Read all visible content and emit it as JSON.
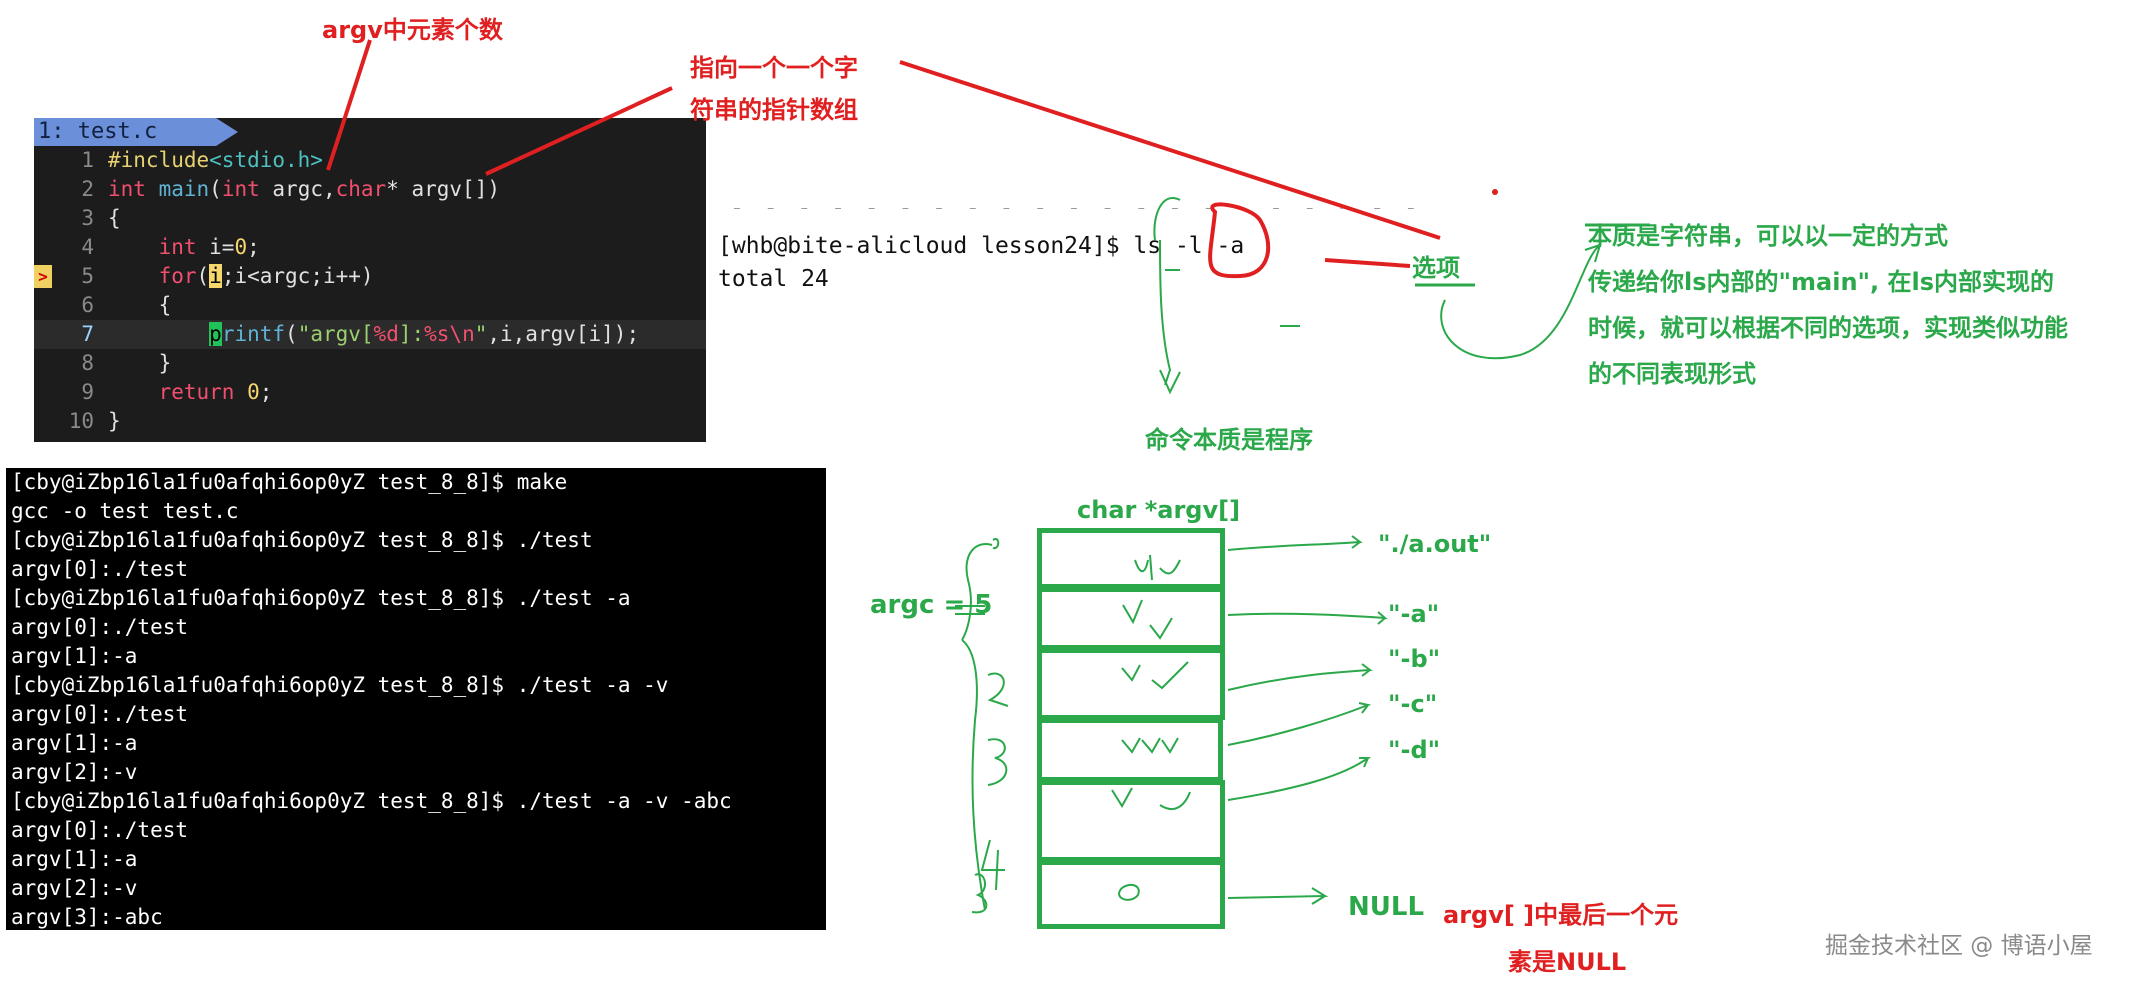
{
  "editor": {
    "tab_label": "1: test.c",
    "sign_marker": ">",
    "lines": [
      {
        "n": "1"
      },
      {
        "n": "2"
      },
      {
        "n": "3",
        "t": "{"
      },
      {
        "n": "4"
      },
      {
        "n": "5"
      },
      {
        "n": "6",
        "t": "    {"
      },
      {
        "n": "7"
      },
      {
        "n": "8",
        "t": "    }"
      },
      {
        "n": "9"
      },
      {
        "n": "10",
        "t": "}"
      }
    ],
    "code": {
      "l1_a": "#include",
      "l1_b": "<stdio.h>",
      "l2_a": "int",
      "l2_b": "main",
      "l2_c": "(",
      "l2_d": "int",
      "l2_e": " argc,",
      "l2_f": "char",
      "l2_g": "* argv[])",
      "l4_a": "int",
      "l4_b": " i=",
      "l4_c": "0",
      "l4_d": ";",
      "l5_a": "for",
      "l5_b": "(",
      "l5_c": "i",
      "l5_d": ";i<argc;i++)",
      "l7_a": "p",
      "l7_b": "rintf",
      "l7_c": "(",
      "l7_d": "\"argv[",
      "l7_e": "%d",
      "l7_f": "]:",
      "l7_g": "%s\\n",
      "l7_h": "\"",
      "l7_i": ",i,argv[i]);",
      "l9_a": "return",
      "l9_b": " ",
      "l9_c": "0",
      "l9_d": ";"
    }
  },
  "terminal": {
    "lines": [
      "[cby@iZbp16la1fu0afqhi6op0yZ test_8_8]$ make",
      "gcc -o test test.c",
      "[cby@iZbp16la1fu0afqhi6op0yZ test_8_8]$ ./test",
      "argv[0]:./test",
      "[cby@iZbp16la1fu0afqhi6op0yZ test_8_8]$ ./test -a",
      "argv[0]:./test",
      "argv[1]:-a",
      "[cby@iZbp16la1fu0afqhi6op0yZ test_8_8]$ ./test -a -v",
      "argv[0]:./test",
      "argv[1]:-a",
      "argv[2]:-v",
      "[cby@iZbp16la1fu0afqhi6op0yZ test_8_8]$ ./test -a -v -abc",
      "argv[0]:./test",
      "argv[1]:-a",
      "argv[2]:-v",
      "argv[3]:-abc"
    ]
  },
  "shell": {
    "prompt": "[whb@bite-alicloud lesson24]$ ls -l -a",
    "output": "total 24"
  },
  "annotations": {
    "argc_note": "argv中元素个数",
    "argv_note_1": "指向一个一个字",
    "argv_note_2": "符串的指针数组",
    "option": "选项",
    "essence_1": "本质是字符串，可以以一定的方式",
    "essence_2": "传递给你ls内部的\"main\", 在ls内部实现的",
    "essence_3": "时候，就可以根据不同的选项，实现类似功能",
    "essence_4": "的不同表现形式",
    "command": "命令本质是程序",
    "array_title": "char *argv[]",
    "argc_eq": "argc = 5",
    "out": "\"./a.out\"",
    "a": "\"-a\"",
    "b": "\"-b\"",
    "c": "\"-c\"",
    "d": "\"-d\"",
    "null": "NULL",
    "null_note_1": "argv[ ]中最后一个元",
    "null_note_2": "素是NULL"
  },
  "watermark": "掘金技术社区 @ 博语小屋",
  "colors": {
    "annotation_red": "#e02020",
    "annotation_green": "#2aa84a",
    "editor_bg": "#1c1c1c",
    "terminal_bg": "#000000"
  }
}
